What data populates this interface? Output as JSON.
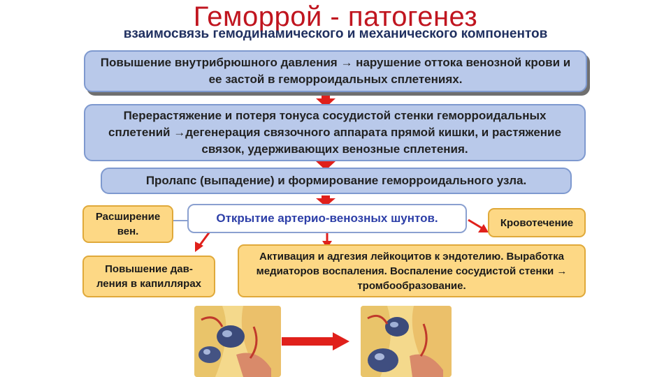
{
  "title": "Геморрой - патогенез",
  "subtitle": "взаимосвязь гемодинамического и механического компонентов",
  "boxes": {
    "pressure": "Повышение внутрибрюшного давления → нарушение оттока венозной крови и ее застой в геморроидальных сплетениях.",
    "stretch": "Перерастяжение и потеря тонуса сосудистой стенки геморроидальных сплетений →дегенерация связочного аппарата прямой кишки, и растяжение связок, удерживающих венозные сплетения.",
    "prolapse": "Пролапс (выпадение)  и формирование геморроидального узла.",
    "veins": "Расширение вен.",
    "shunts": "Открытие артерио-венозных шунтов.",
    "bleeding": "Кровотечение",
    "capillary": "Повышение дав-ления в капиллярах",
    "inflammation": "Активация и адгезия лейкоцитов к эндотелию. Выработка медиаторов воспаления. Воспаление сосудистой стенки → тромбообразование."
  },
  "colors": {
    "title": "#c0151f",
    "arrow": "#e0201b",
    "blue_fill": "#b9c9ea",
    "yellow_fill": "#fdd885"
  },
  "illustrations": [
    "hemorrhoid-before-illustration",
    "hemorrhoid-after-illustration"
  ]
}
